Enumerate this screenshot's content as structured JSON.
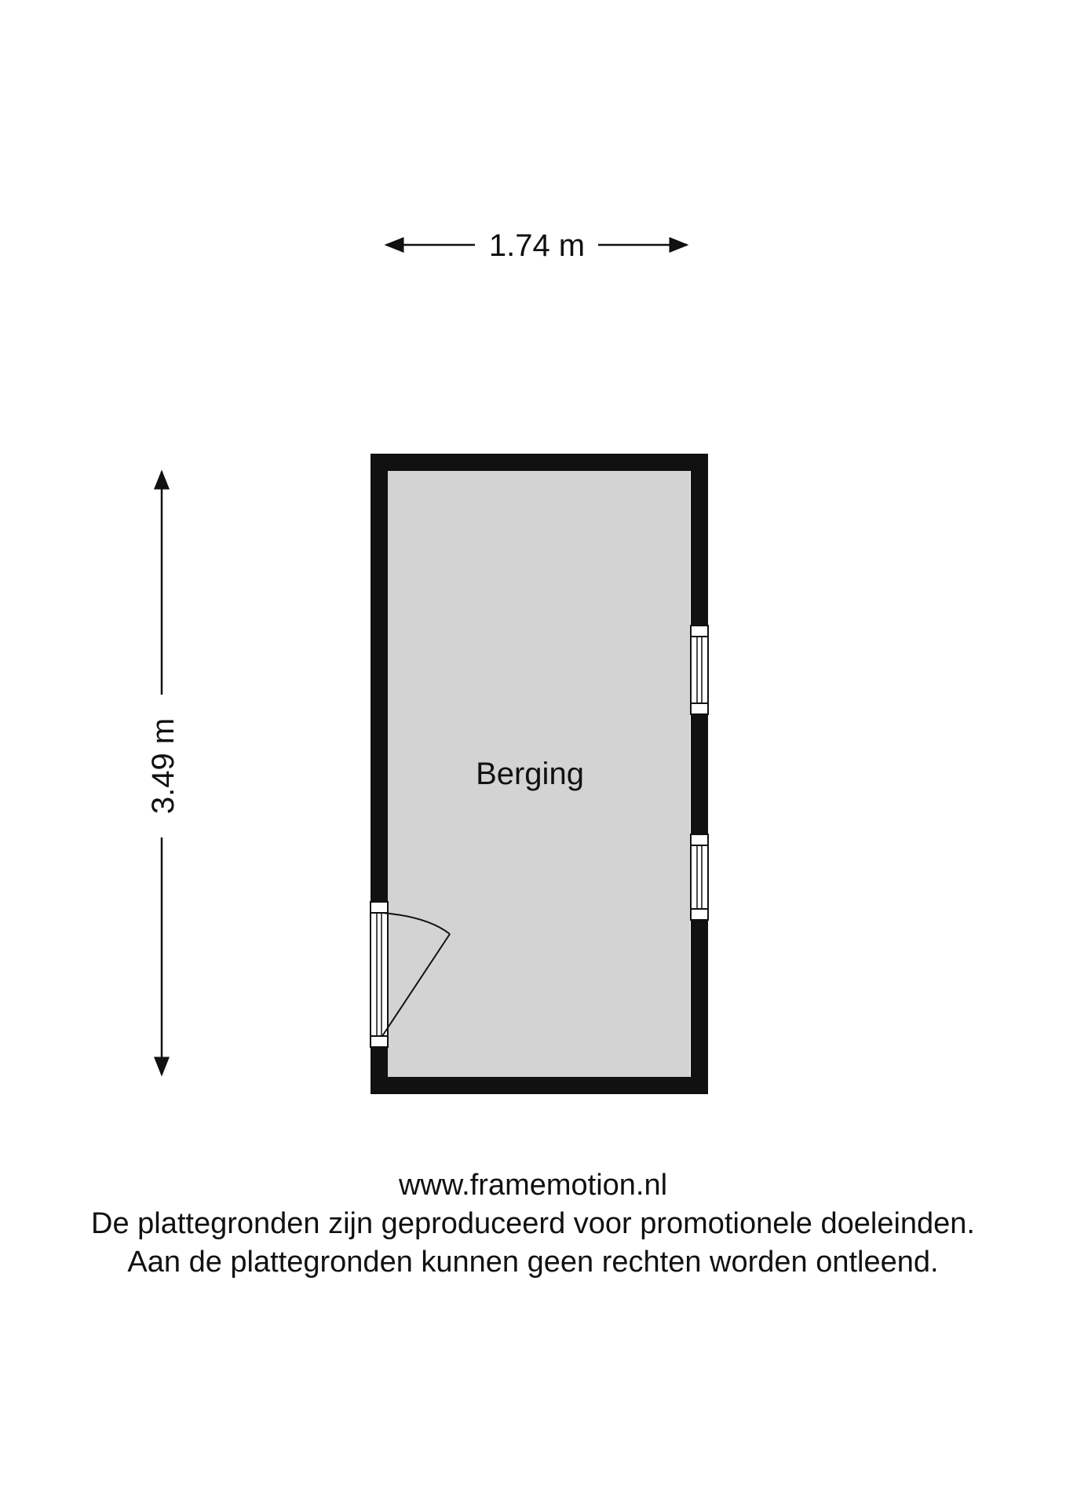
{
  "floorplan": {
    "width_label": "1.74 m",
    "height_label": "3.49 m",
    "room_label": "Berging",
    "colors": {
      "wall": "#111111",
      "floor": "#d3d3d3",
      "background": "#ffffff"
    }
  },
  "footer": {
    "url": "www.framemotion.nl",
    "line1": "De plattegronden zijn geproduceerd voor promotionele doeleinden.",
    "line2": "Aan de plattegronden kunnen geen rechten worden ontleend."
  }
}
